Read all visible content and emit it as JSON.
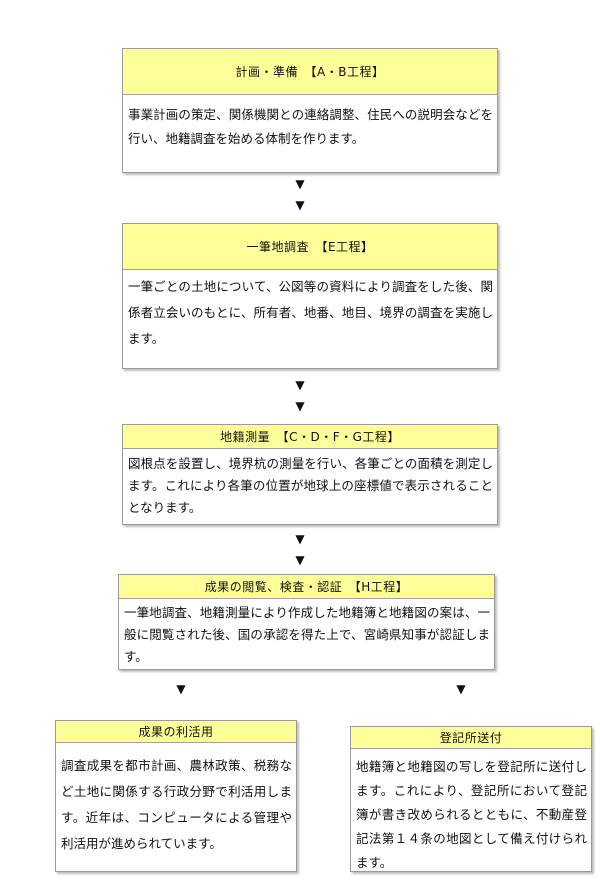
{
  "steps": [
    {
      "title": "計画・準備　【A・B工程】",
      "body": "事業計画の策定、関係機関との連絡調整、住民への説明会などを行い、地籍調査を始める体制を作ります。"
    },
    {
      "title": "一筆地調査　【E工程】",
      "body": "一筆ごとの土地について、公図等の資料により調査をした後、関係者立会いのもとに、所有者、地番、地目、境界の調査を実施します。"
    },
    {
      "title": "地籍測量　【C・D・F・G工程】",
      "body": "図根点を設置し、境界杭の測量を行い、各筆ごとの面積を測定します。これにより各筆の位置が地球上の座標値で表示されることとなります。"
    },
    {
      "title": "成果の閲覧、検査・認証　【H工程】",
      "body": "一筆地調査、地籍測量により作成した地籍簿と地籍図の案は、一般に閲覧された後、国の承認を得た上で、宮崎県知事が認証します。"
    },
    {
      "title": "成果の利活用",
      "body": "調査成果を都市計画、農林政策、税務など土地に関係する行政分野で利活用します。近年は、コンピュータによる管理や利活用が進められています。"
    },
    {
      "title": "登記所送付",
      "body": "地籍簿と地籍図の写しを登記所に送付します。これにより、登記所において登記簿が書き改められるとともに、不動産登記法第１４条の地図として備え付けられます。"
    }
  ],
  "arrow_glyph": "▼"
}
